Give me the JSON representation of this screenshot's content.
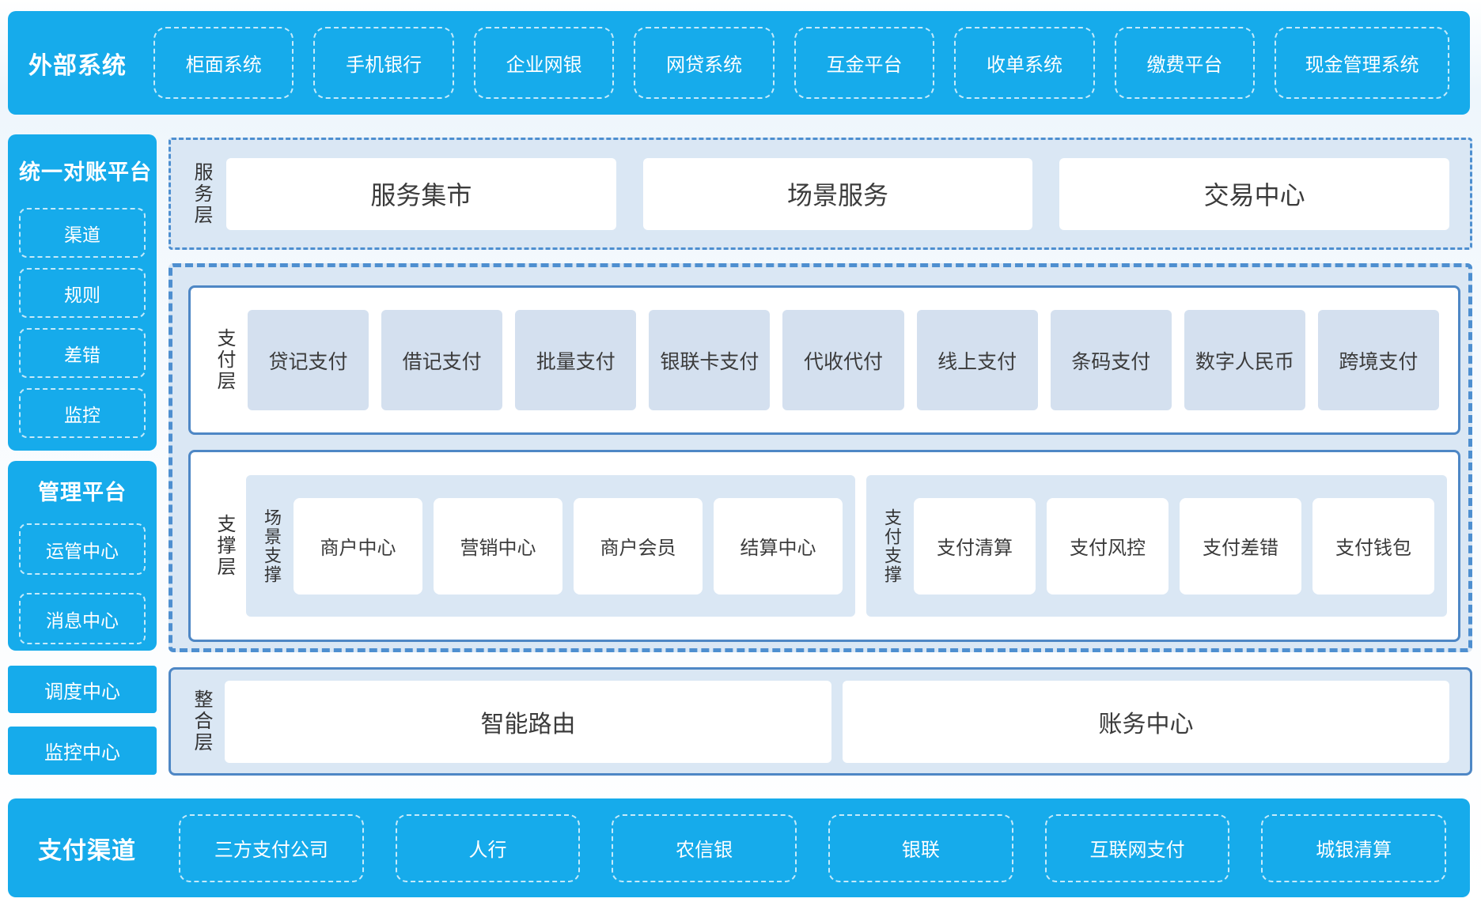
{
  "colors": {
    "primary-blue": "#16abeb",
    "panel-blue": "#dae7f4",
    "item-blue": "#d4e0ef",
    "border-blue": "#4e87c5",
    "dash-blue": "#4e8fd0",
    "text-dark": "#3b3b3b"
  },
  "external_systems": {
    "title": "外部系统",
    "items": [
      "柜面系统",
      "手机银行",
      "企业网银",
      "网贷系统",
      "互金平台",
      "收单系统",
      "缴费平台",
      "现金管理系统"
    ]
  },
  "reconciliation_platform": {
    "title": "统一对账平台",
    "items": [
      "渠道",
      "规则",
      "差错",
      "监控"
    ]
  },
  "management_platform": {
    "title": "管理平台",
    "items": [
      "运管中心",
      "消息中心"
    ]
  },
  "standalone_centers": {
    "items": [
      "调度中心",
      "监控中心"
    ]
  },
  "service_layer": {
    "label": "服务层",
    "items": [
      "服务集市",
      "场景服务",
      "交易中心"
    ]
  },
  "payment_layer": {
    "label": "支付层",
    "items": [
      "贷记支付",
      "借记支付",
      "批量支付",
      "银联卡支付",
      "代收代付",
      "线上支付",
      "条码支付",
      "数字人民币",
      "跨境支付"
    ]
  },
  "support_layer": {
    "label": "支撑层",
    "groups": [
      {
        "label": "场景支撑",
        "items": [
          "商户中心",
          "营销中心",
          "商户会员",
          "结算中心"
        ]
      },
      {
        "label": "支付支撑",
        "items": [
          "支付清算",
          "支付风控",
          "支付差错",
          "支付钱包"
        ]
      }
    ]
  },
  "integration_layer": {
    "label": "整合层",
    "items": [
      "智能路由",
      "账务中心"
    ]
  },
  "payment_channels": {
    "title": "支付渠道",
    "items": [
      "三方支付公司",
      "人行",
      "农信银",
      "银联",
      "互联网支付",
      "城银清算"
    ]
  }
}
